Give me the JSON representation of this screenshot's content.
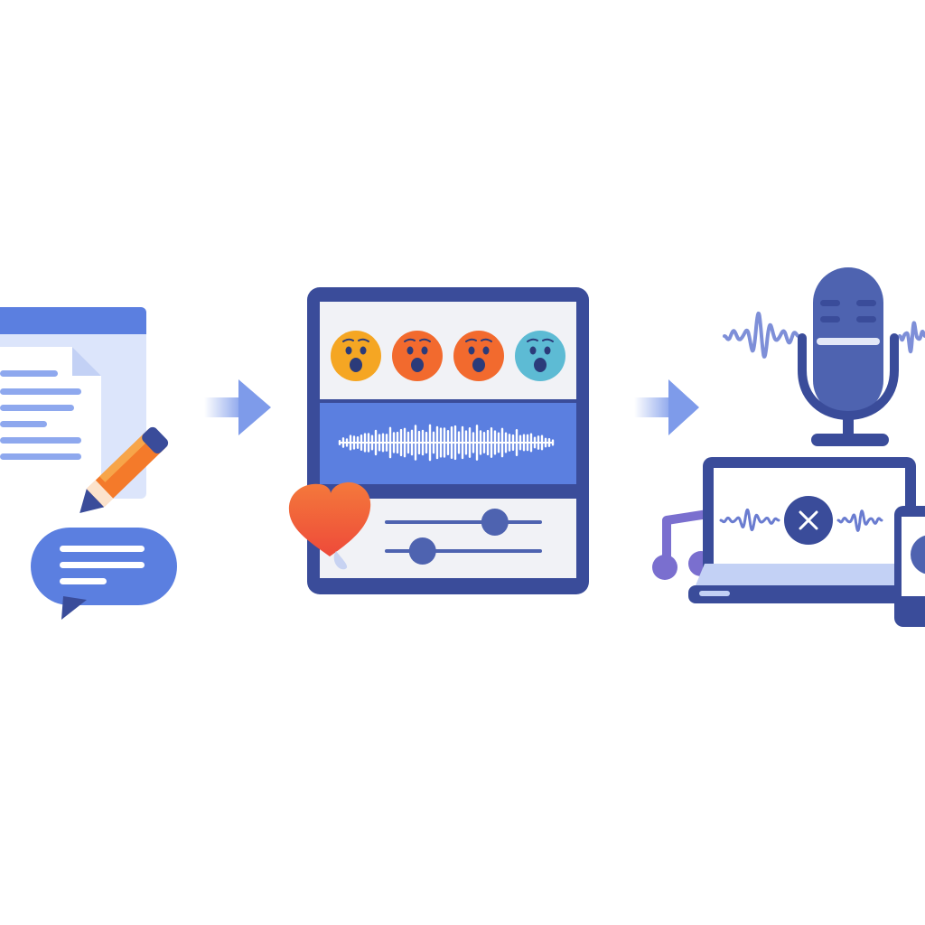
{
  "flow": {
    "steps": [
      {
        "id": "text-input",
        "icons": [
          "document-icon",
          "pencil-icon",
          "chat-bubble-icon"
        ]
      },
      {
        "id": "emotion-voice-settings",
        "icons": [
          "emoji-faces",
          "waveform-icon",
          "slider-icon",
          "heart-icon"
        ]
      },
      {
        "id": "audio-output",
        "icons": [
          "microphone-icon",
          "laptop-icon",
          "phone-icon",
          "music-note-icon"
        ]
      }
    ],
    "connector_icon": "arrow-right-icon"
  },
  "emotions": [
    {
      "name": "surprised-face-icon",
      "color": "#F5A623"
    },
    {
      "name": "shocked-face-icon",
      "color": "#F26A2E"
    },
    {
      "name": "shocked-face-icon",
      "color": "#F26A2E"
    },
    {
      "name": "surprised-face-icon",
      "color": "#5DBBD4"
    }
  ],
  "sliders": [
    {
      "name": "slider-top",
      "level": 0.7
    },
    {
      "name": "slider-bottom",
      "level": 0.24
    }
  ],
  "colors": {
    "navy": "#3A4C9A",
    "blue": "#5B7FE0",
    "light_blue": "#DCE5FB",
    "panel_bg": "#F1F2F6",
    "heart": "#F25A3A",
    "pencil": "#F47A2A",
    "purple": "#7A6FCF"
  }
}
